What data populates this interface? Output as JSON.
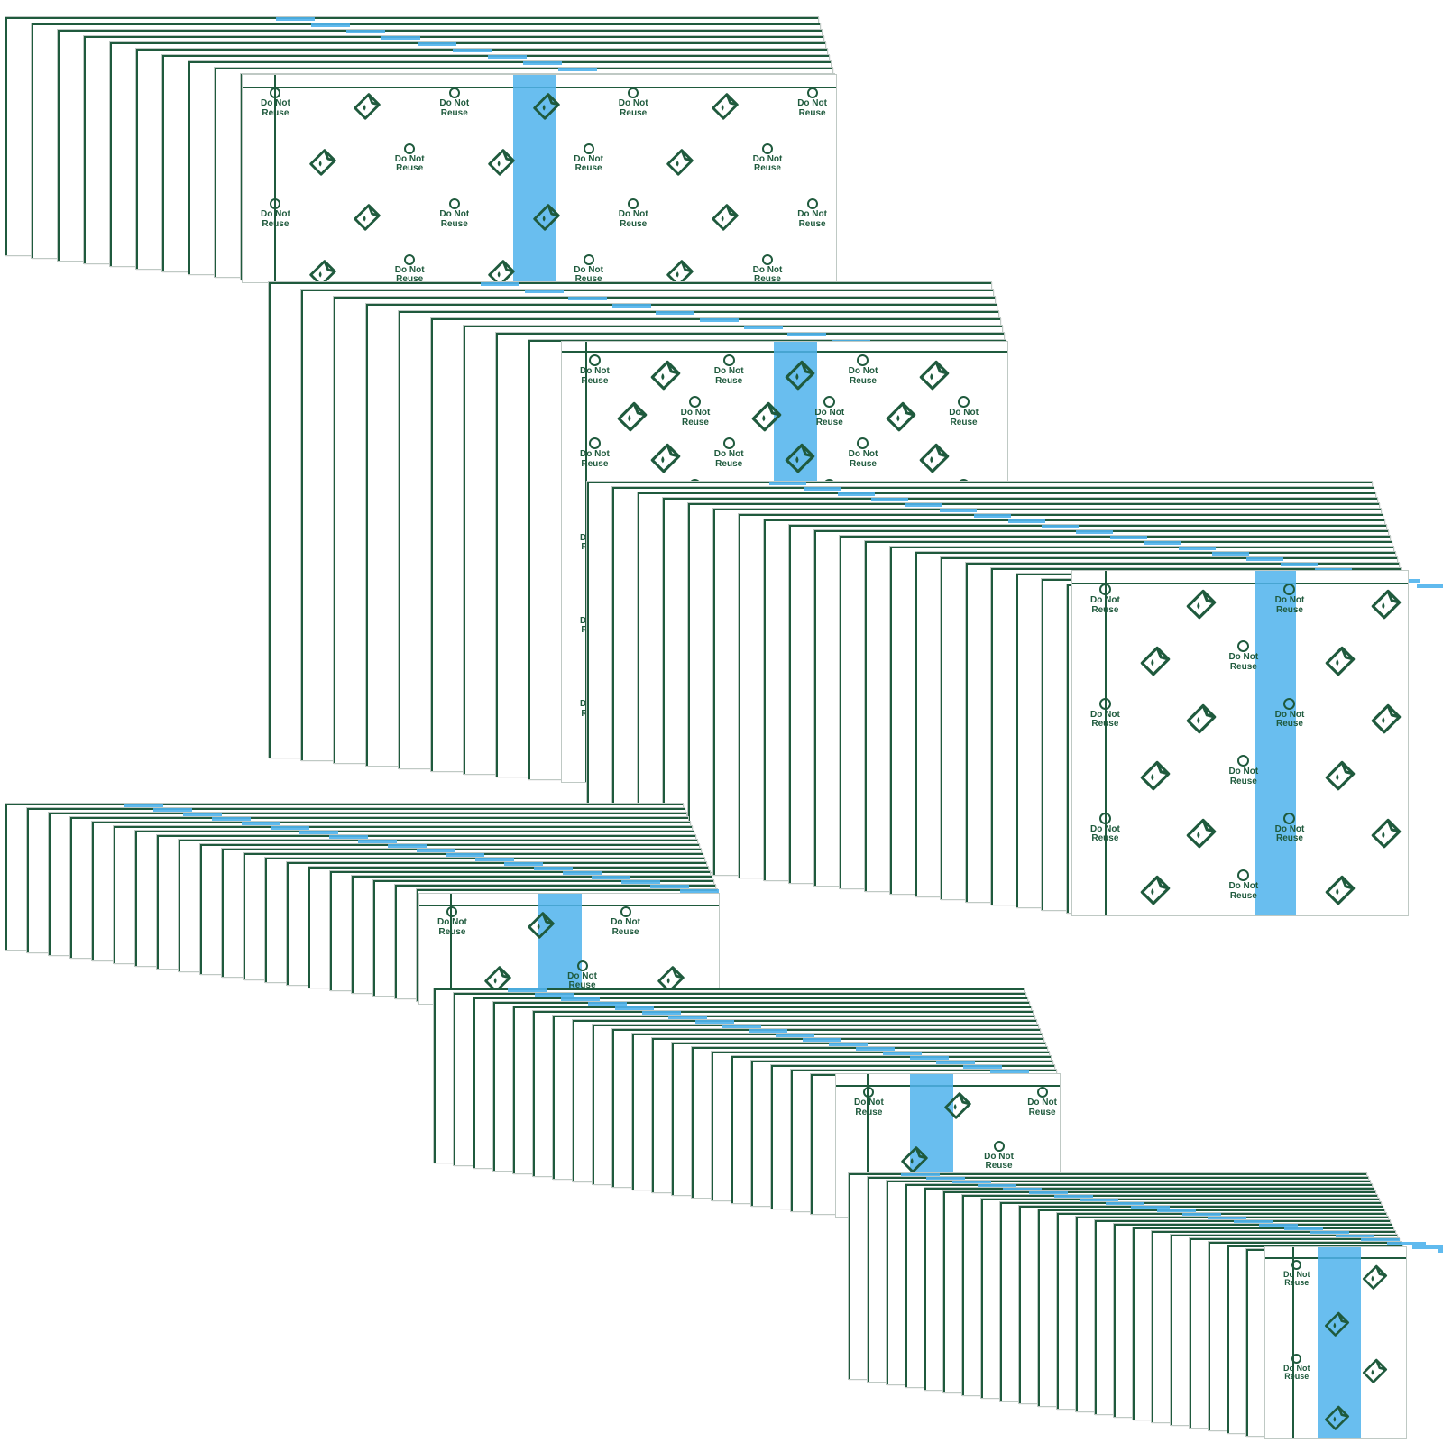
{
  "label_text": "Do Not\nReuse",
  "colors": {
    "grid": "#1f5a3d",
    "tab": "#4fb3ec",
    "border": "#bfc9c4",
    "background": "#ffffff"
  },
  "icons": {
    "no_reuse_symbol": "no-reuse-icon",
    "peel_corner": "peel-corner-icon"
  },
  "stacks": [
    {
      "id": "stack-a"
    },
    {
      "id": "stack-b"
    },
    {
      "id": "stack-c"
    },
    {
      "id": "stack-d"
    },
    {
      "id": "stack-e"
    },
    {
      "id": "stack-f"
    }
  ]
}
